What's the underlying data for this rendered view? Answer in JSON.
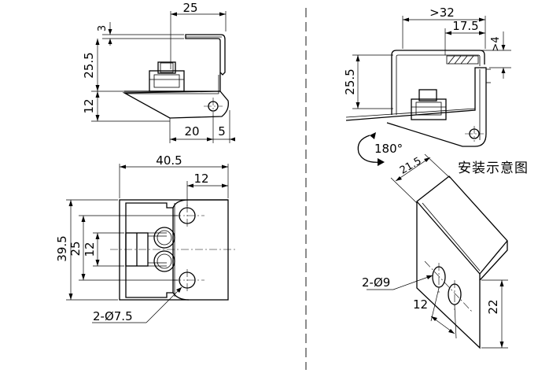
{
  "dimensions": {
    "side_width": "25",
    "side_thickness": "3",
    "side_height": "25.5",
    "side_base": "12",
    "side_hole_offset": "20",
    "side_hole_edge": "5",
    "front_width": "40.5",
    "front_hole_x": "12",
    "front_height": "39.5",
    "front_pitch": "25",
    "front_inner": "12",
    "front_holes": "2-Ø7.5",
    "install_overall": ">32",
    "install_inner": "17.5",
    "install_gap": ">4",
    "install_height": "25.5",
    "rotation": "180°",
    "cutout_width": "21.5",
    "cutout_holes": "2-Ø9",
    "cutout_pitch": "12",
    "cutout_height": "22"
  },
  "labels": {
    "install_diagram": "安装示意图"
  }
}
